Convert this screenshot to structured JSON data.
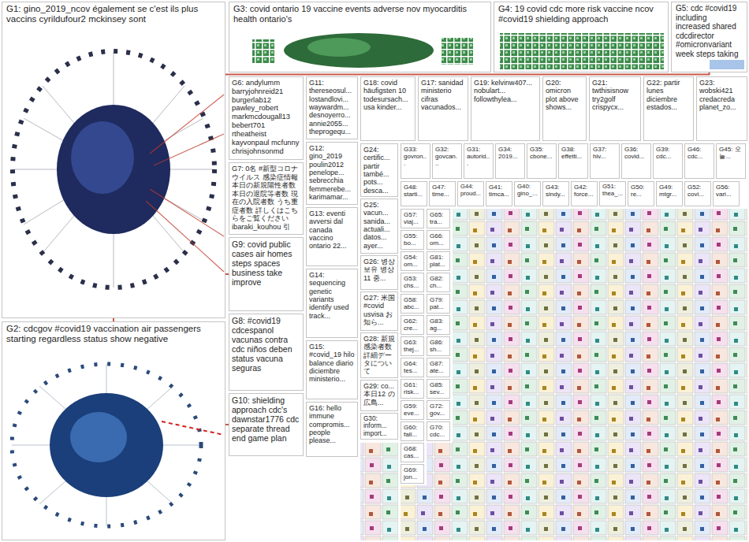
{
  "diagram": {
    "nodes": [
      {
        "text": [
          "G1: gino_2019_ncov également se c'est ils plus vaccins cyrildufour2 mckinsey sont"
        ]
      },
      {
        "text": [
          "G2: cdcgov #covid19 vaccination air passengers starting regardless status show negative"
        ]
      },
      {
        "text": [
          "G3: covid ontario 19 vaccine events adverse nov myocarditis health ontario's"
        ]
      },
      {
        "text": [
          "G4: 19 covid cdc more risk vaccine ncov #covid19 shielding approach"
        ]
      },
      {
        "text": [
          "G5: cdc #covid19 including increased shared cdcdirector #omicronvariant week steps taking"
        ]
      },
      {
        "text": [
          "G6: andylumm barryjohnreid21 burgerlab12 pawley_robert markmcdougall13 bebert701 rtheatheist kayvonpaul mcfunny chrisjohnsonmd"
        ]
      },
      {
        "text": [
          "G11: thereseosul... lostandlovi... waywardm... desnoyerro... annie2055... theprogequ..."
        ]
      },
      {
        "text": [
          "G18: covid häufigsten 10 todesursach... usa kinder..."
        ]
      },
      {
        "text": [
          "G17: sanidad ministerio cifras vacunados..."
        ]
      },
      {
        "text": [
          "G19: kelvinw407... nobulart... followthylea..."
        ]
      },
      {
        "text": [
          "G20: omicron plot above shows..."
        ]
      },
      {
        "text": [
          "G21: twthisisnow try2golf crispycx..."
        ]
      },
      {
        "text": [
          "G22: partir lunes diciembre estados..."
        ]
      },
      {
        "text": [
          "G23: wobski421 credacreda planet_zo..."
        ]
      },
      {
        "text": [
          "G7: 0名 #新型コロナウイルス 感染症情報 本日の新規陽性者数 本日の退院等者数 現在の入院者数 うち重症者数 詳しくはこちらをご覧ください ibaraki_kouhou 引"
        ]
      },
      {
        "text": [
          "G12: gino_2019 poulin2012 penelope... sebrecchia femmerebe... karimamar..."
        ]
      },
      {
        "text": [
          "G13: eventi avversi dal canada vaccino ontario 22..."
        ]
      },
      {
        "text": [
          "G9: covid public cases air homes steps spaces business take improve"
        ]
      },
      {
        "text": [
          "G14: sequencing genetic variants identify used track..."
        ]
      },
      {
        "text": [
          "G8: #covid19 cdcespanol vacunas contra cdc niños deben status vacuna seguras"
        ]
      },
      {
        "text": [
          "G15: #covid_19 hilo balance diario diciembre ministerio..."
        ]
      },
      {
        "text": [
          "G10: shielding approach cdc's dawnstar1776 cdc separate thread end game plan"
        ]
      },
      {
        "text": [
          "G16: hello immune compromis... people please..."
        ]
      },
      {
        "text": [
          "G24: certific... partir també... pots... desca..."
        ]
      },
      {
        "text": [
          "G25: vacun... sanida... actuali... datos... ayer..."
        ]
      },
      {
        "text": [
          "G26: 병상 보유 병상 11 중..."
        ]
      },
      {
        "text": [
          "G27: 米国 #covid usvisa お知ら..."
        ]
      },
      {
        "text": [
          "G28: 新規感染者数 詳細データについて"
        ]
      },
      {
        "text": [
          "G29: co... 本日12 の広島..."
        ]
      },
      {
        "text": [
          "G30: inform... import..."
        ]
      },
      {
        "text": [
          "G33: govron..."
        ]
      },
      {
        "text": [
          "G32: govcan..."
        ]
      },
      {
        "text": [
          "G31: autorid..."
        ]
      },
      {
        "text": [
          "G34: 2019..."
        ]
      },
      {
        "text": [
          "G35: cbone..."
        ]
      },
      {
        "text": [
          "G38: effetti..."
        ]
      },
      {
        "text": [
          "G37: hiv..."
        ]
      },
      {
        "text": [
          "G36: covid..."
        ]
      },
      {
        "text": [
          "G39: cdc..."
        ]
      },
      {
        "text": [
          "G46: cdc..."
        ]
      },
      {
        "text": [
          "G45: 오늘..."
        ]
      },
      {
        "text": [
          "G48: starti..."
        ]
      },
      {
        "text": [
          "G47: time..."
        ]
      },
      {
        "text": [
          "G44: proud..."
        ]
      },
      {
        "text": [
          "G41: timca..."
        ]
      },
      {
        "text": [
          "G40: gino_..."
        ]
      },
      {
        "text": [
          "G43: sindy..."
        ]
      },
      {
        "text": [
          "G42: force..."
        ]
      },
      {
        "text": [
          "G51: thea_..."
        ]
      },
      {
        "text": [
          "G50: re..."
        ]
      },
      {
        "text": [
          "G49: mtgr..."
        ]
      },
      {
        "text": [
          "G52: covi..."
        ]
      },
      {
        "text": [
          "G56: vari..."
        ]
      },
      {
        "text": [
          "G57: viaj..."
        ]
      },
      {
        "text": [
          "G55: bo..."
        ]
      },
      {
        "text": [
          "G54: om..."
        ]
      },
      {
        "text": [
          "G53: chs..."
        ]
      },
      {
        "text": [
          "G58: abc..."
        ]
      },
      {
        "text": [
          "G62: cre..."
        ]
      },
      {
        "text": [
          "G63: thej..."
        ]
      },
      {
        "text": [
          "G64: tes..."
        ]
      },
      {
        "text": [
          "G61: risk..."
        ]
      },
      {
        "text": [
          "G59: eve..."
        ]
      },
      {
        "text": [
          "G60: fall..."
        ]
      },
      {
        "text": [
          "G68: cas..."
        ]
      },
      {
        "text": [
          "G69: jon..."
        ]
      },
      {
        "text": [
          "G65: tra..."
        ]
      },
      {
        "text": [
          "G66: om..."
        ]
      },
      {
        "text": [
          "G81: plat..."
        ]
      },
      {
        "text": [
          "G82: ch..."
        ]
      },
      {
        "text": [
          "G79: pat..."
        ]
      },
      {
        "text": [
          "G83: ag..."
        ]
      },
      {
        "text": [
          "G86: sh..."
        ]
      },
      {
        "text": [
          "G87: ate..."
        ]
      },
      {
        "text": [
          "G85: sev..."
        ]
      },
      {
        "text": [
          "G72: gov..."
        ]
      },
      {
        "text": [
          "G70: cdc..."
        ]
      }
    ],
    "edges": [
      {
        "from": 0,
        "to": 4,
        "arrow": "none"
      },
      {
        "from": 0,
        "to": 1,
        "arrow": "none"
      },
      {
        "from": 0,
        "to": 17,
        "arrow": "none"
      },
      {
        "from": 1,
        "to": 21,
        "arrow": "none"
      }
    ]
  }
}
